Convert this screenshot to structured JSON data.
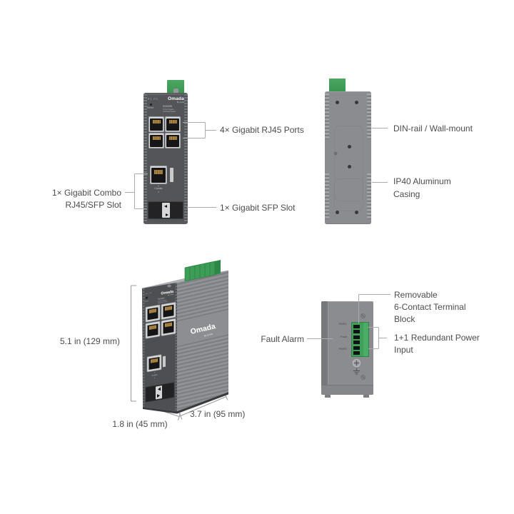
{
  "device": {
    "brand": "Omada",
    "brand_sub": "By tp-link",
    "model": "SG2005",
    "desc_line1": "6-Port Gigabit",
    "desc_line2": "Industrial Switch",
    "led1": "P1",
    "led2": "P2",
    "reset": "Reset",
    "combo": "Combo",
    "arrow_up": "▴",
    "arrow_down": "▾"
  },
  "front_view": {
    "callout_rj45": "4× Gigabit RJ45 Ports",
    "callout_combo_line1": "1× Gigabit Combo",
    "callout_combo_line2": "RJ45/SFP Slot",
    "callout_sfp": "1× Gigabit SFP Slot"
  },
  "side_view": {
    "callout_din": "DIN-rail / Wall-mount",
    "callout_case_line1": "IP40 Aluminum",
    "callout_case_line2": "Casing"
  },
  "perspective_view": {
    "dim_height": "5.1 in (129 mm)",
    "dim_width": "1.8 in (45 mm)",
    "dim_depth": "3.7 in (95 mm)"
  },
  "top_view": {
    "callout_terminal_line1": "Removable",
    "callout_terminal_line2": "6-Contact Terminal",
    "callout_terminal_line3": "Block",
    "callout_fault": "Fault Alarm",
    "callout_power_line1": "1+1 Redundant Power",
    "callout_power_line2": "Input",
    "port_pwr1": "PWR1",
    "port_fault": "Fault",
    "port_pwr2": "PWR2"
  },
  "colors": {
    "terminal_green": "#3f9f58",
    "body_dark": "#54555a",
    "body_light": "#8a8b8f",
    "label_text": "#4b4c4e",
    "callout_line": "#aaabad",
    "port_gold": "#bd9149"
  }
}
